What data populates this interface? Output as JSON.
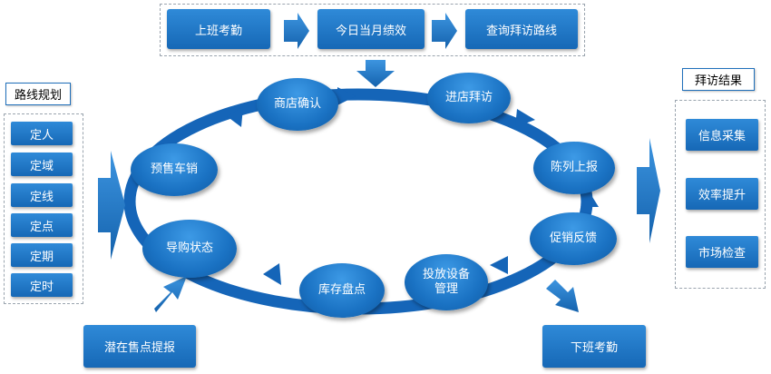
{
  "top_flow": [
    "上班考勤",
    "今日当月绩效",
    "查询拜访路线"
  ],
  "route_planning": {
    "title": "路线规划",
    "items": [
      "定人",
      "定域",
      "定线",
      "定点",
      "定期",
      "定时"
    ]
  },
  "cycle": {
    "presales": "预售车销",
    "store_confirm": "商店确认",
    "enter_store": "进店拜访",
    "display_report": "陈列上报",
    "promo_feedback": "促销反馈",
    "equipment_line1": "投放设备",
    "equipment_line2": "管理",
    "inventory": "库存盘点",
    "shopping_status": "导购状态"
  },
  "visit_results": {
    "title": "拜访结果",
    "items": [
      "信息采集",
      "效率提升",
      "市场检查"
    ]
  },
  "potential_report": "潜在售点提报",
  "clock_out": "下班考勤",
  "colors": {
    "primary": "#1a72c3",
    "ring": "#1565b8"
  }
}
